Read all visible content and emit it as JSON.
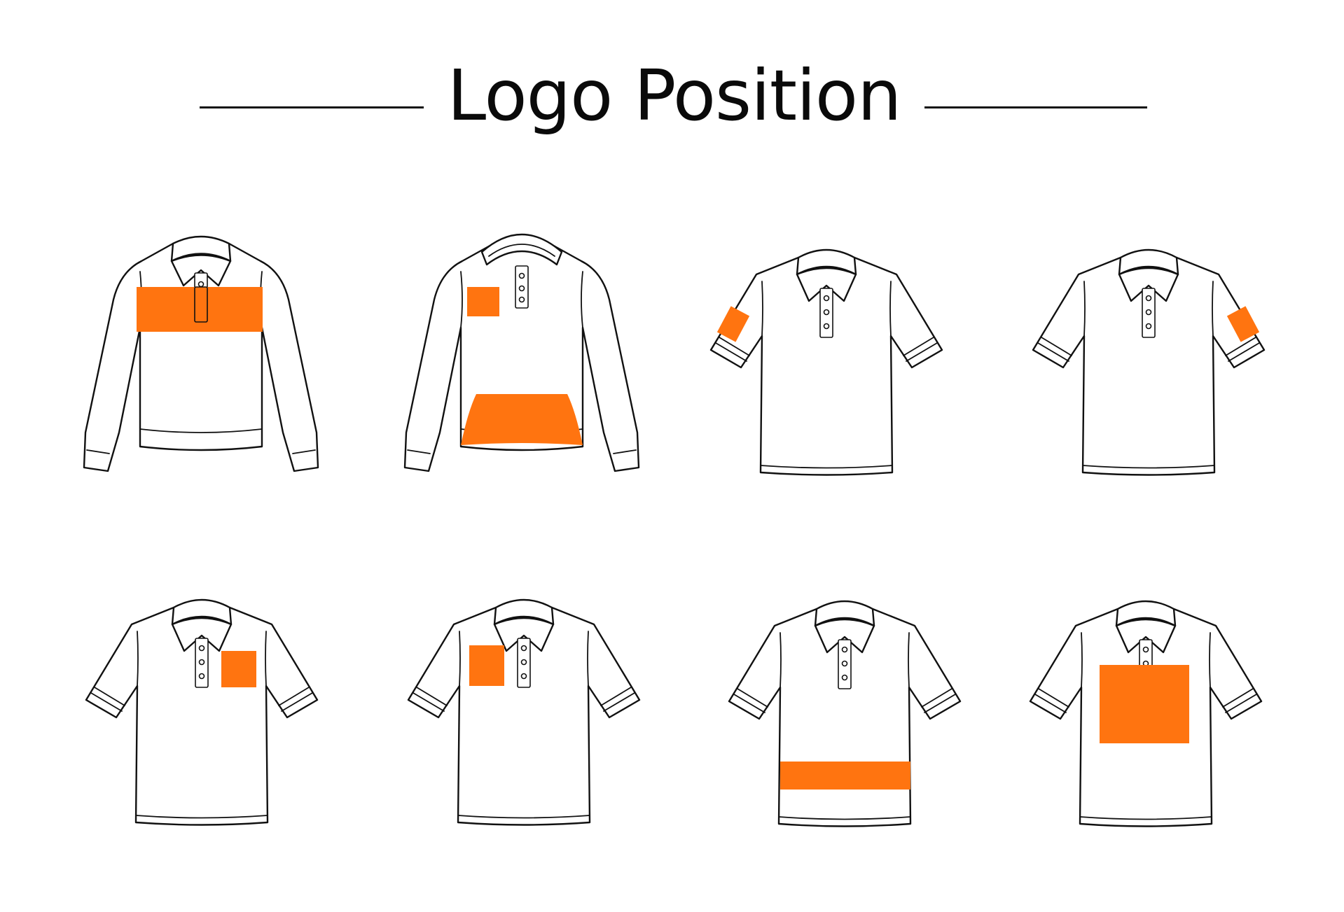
{
  "title": "Logo Position",
  "colors": {
    "logo_area": "#ff7410",
    "outline": "#111111",
    "background": "#ffffff"
  },
  "garments": [
    {
      "id": "g1",
      "type": "long-sleeve-polo",
      "logo_placement": "chest-band"
    },
    {
      "id": "g2",
      "type": "hoodie",
      "logo_placement": "left-chest-and-kangaroo-pocket"
    },
    {
      "id": "g3",
      "type": "polo",
      "logo_placement": "right-sleeve"
    },
    {
      "id": "g4",
      "type": "polo",
      "logo_placement": "left-sleeve"
    },
    {
      "id": "g5",
      "type": "polo",
      "logo_placement": "left-chest"
    },
    {
      "id": "g6",
      "type": "polo",
      "logo_placement": "right-chest"
    },
    {
      "id": "g7",
      "type": "polo",
      "logo_placement": "lower-band"
    },
    {
      "id": "g8",
      "type": "polo",
      "logo_placement": "center-front"
    }
  ]
}
